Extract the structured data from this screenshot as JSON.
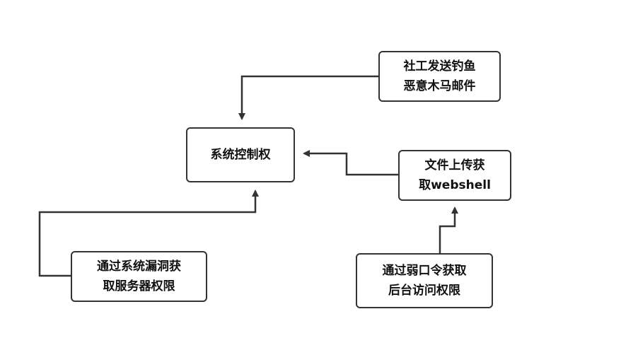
{
  "diagram": {
    "line_color": "#333333",
    "nodes": {
      "center": {
        "line1": "系统控制权"
      },
      "phishing": {
        "line1": "社工发送钓鱼",
        "line2": "恶意木马邮件"
      },
      "webshell": {
        "line1": "文件上传获",
        "line2": "取webshell"
      },
      "vuln": {
        "line1": "通过系统漏洞获",
        "line2": "取服务器权限"
      },
      "weakpass": {
        "line1": "通过弱口令获取",
        "line2": "后台访问权限"
      }
    }
  }
}
